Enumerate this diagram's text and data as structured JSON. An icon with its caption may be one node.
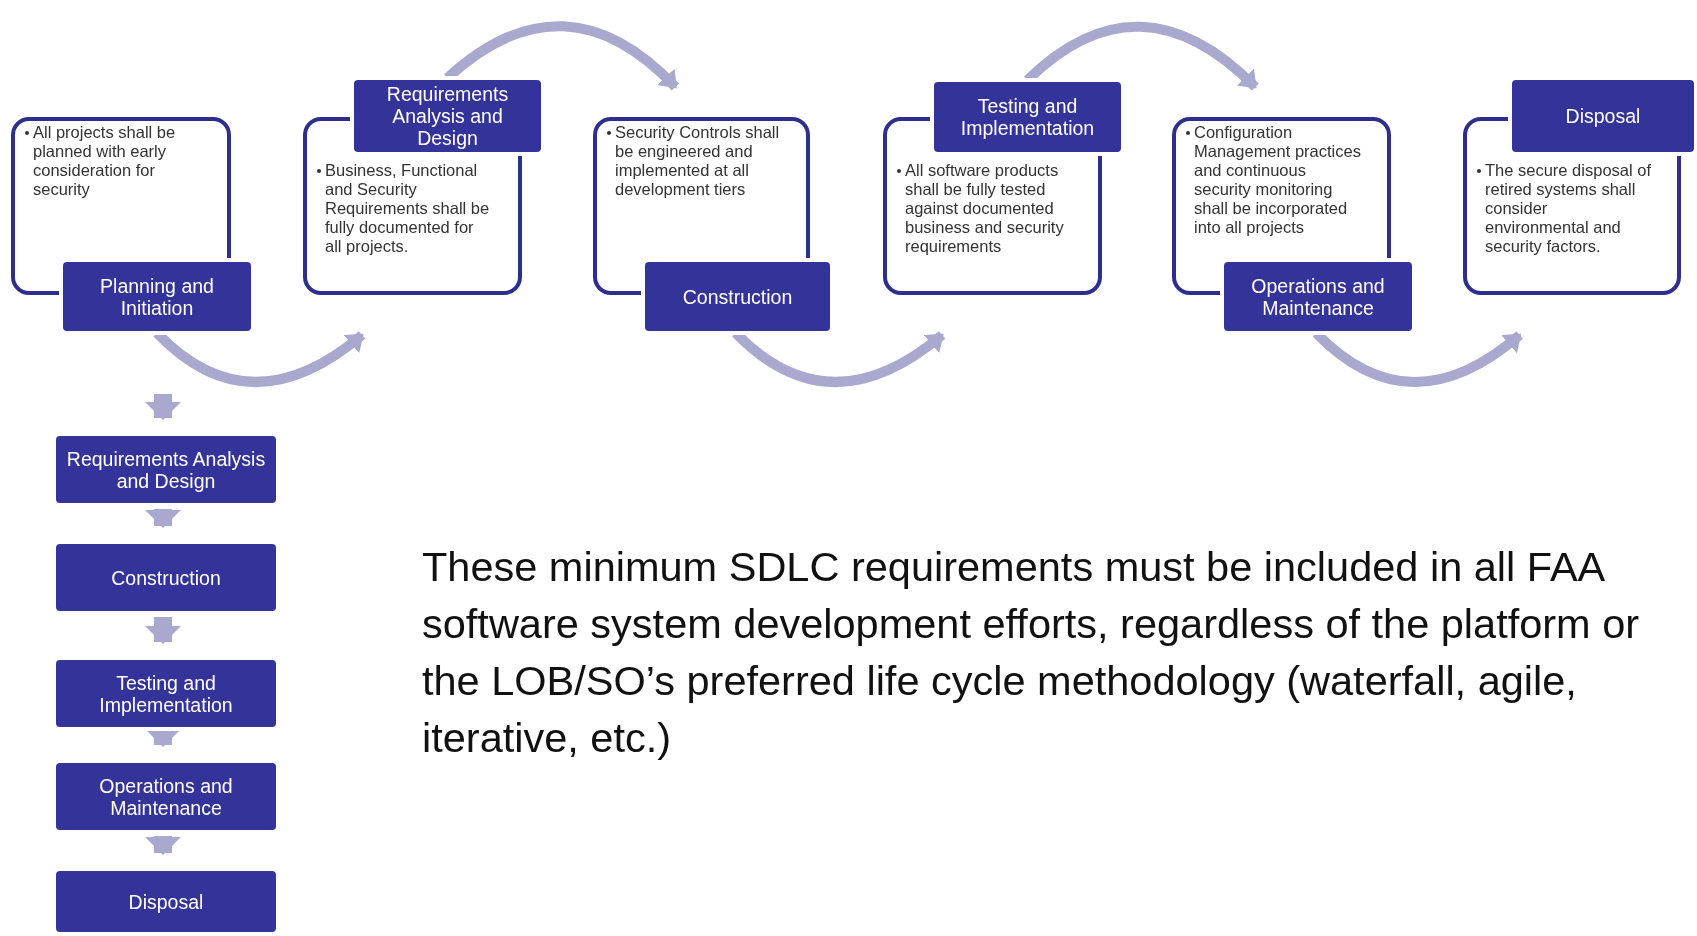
{
  "diagram": {
    "nodes": [
      {
        "text": [
          "All projects shall be planned with early consideration for security",
          "Planning and Initiation"
        ]
      },
      {
        "text": [
          "Requirements Analysis and Design",
          "Business, Functional and Security Requirements shall be fully documented for all projects."
        ]
      },
      {
        "text": [
          "Security Controls shall be engineered and implemented at all development tiers",
          "Construction"
        ]
      },
      {
        "text": [
          "Testing and Implementation",
          "All software products shall be fully tested against documented business and security requirements"
        ]
      },
      {
        "text": [
          "Configuration Management practices and continuous security monitoring shall be incorporated into all projects",
          "Operations and Maintenance"
        ]
      },
      {
        "text": [
          "Disposal",
          "The secure disposal of retired systems shall consider environmental and security factors."
        ]
      },
      {
        "text": [
          "Requirements Analysis and Design"
        ]
      },
      {
        "text": [
          "Construction"
        ]
      },
      {
        "text": [
          "Testing and Implementation"
        ]
      },
      {
        "text": [
          "Operations and Maintenance"
        ]
      },
      {
        "text": [
          "Disposal"
        ]
      }
    ],
    "edges": [
      {
        "from": 0,
        "to": 1,
        "arrow": "to"
      },
      {
        "from": 1,
        "to": 2,
        "arrow": "to"
      },
      {
        "from": 2,
        "to": 3,
        "arrow": "to"
      },
      {
        "from": 3,
        "to": 4,
        "arrow": "to"
      },
      {
        "from": 4,
        "to": 5,
        "arrow": "to"
      },
      {
        "from": null,
        "to": 6,
        "arrow": "to",
        "style": "thick"
      },
      {
        "from": 6,
        "to": 7,
        "arrow": "to",
        "style": "thick"
      },
      {
        "from": 7,
        "to": 8,
        "arrow": "to",
        "style": "thick"
      },
      {
        "from": 8,
        "to": 9,
        "arrow": "to",
        "style": "thick"
      },
      {
        "from": 9,
        "to": 10,
        "arrow": "to",
        "style": "thick"
      }
    ],
    "labels": [
      "These minimum SDLC requirements must be included in all FAA software system development efforts, regardless of the platform or the LOB/SO’s preferred life cycle methodology (waterfall, agile, iterative, etc.)"
    ]
  }
}
